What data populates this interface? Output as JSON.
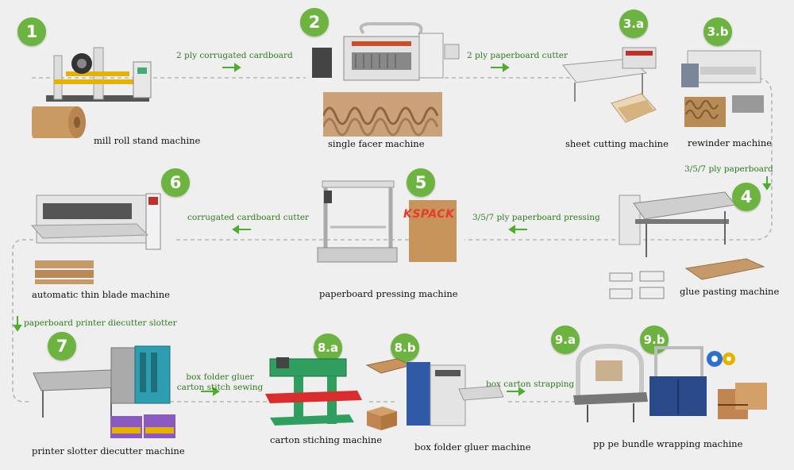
{
  "colors": {
    "badge": "#6db33f",
    "flow_label": "#2f7a1f",
    "dashed_line": "#b5b5b5",
    "arrow": "#4caf2a",
    "background": "#efefef"
  },
  "steps": [
    {
      "num": "1",
      "caption": "mill roll stand machine"
    },
    {
      "num": "2",
      "caption": "single facer machine"
    },
    {
      "num": "3.a",
      "caption": "sheet cutting machine"
    },
    {
      "num": "3.b",
      "caption": "rewinder machine"
    },
    {
      "num": "4",
      "caption": "glue pasting machine"
    },
    {
      "num": "5",
      "caption": "paperboard pressing machine"
    },
    {
      "num": "6",
      "caption": "automatic thin blade machine"
    },
    {
      "num": "7",
      "caption": "printer slotter diecutter machine"
    },
    {
      "num": "8.a",
      "caption": "carton stiching machine"
    },
    {
      "num": "8.b",
      "caption": "box folder gluer machine"
    },
    {
      "num": "9.a",
      "caption": "pp pe  bundle wrapping machine"
    },
    {
      "num": "9.b",
      "caption": ""
    }
  ],
  "flow_labels": {
    "f1": "2 ply corrugated cardboard",
    "f2": "2 ply paperboard cutter",
    "f3": "3/5/7 ply paperboard",
    "f4": "3/5/7 ply paperboard pressing",
    "f5": "corrugated cardboard cutter",
    "f6": "paperboard printer diecutter slotter",
    "f7": "box folder gluer carton stitch sewing",
    "f8": "box carton strapping"
  },
  "brand_logo": "KSPACK",
  "icons": [
    "mill-roll-stand",
    "single-facer",
    "sheet-cutter",
    "rewinder",
    "glue-paster",
    "pressing-frame",
    "thin-blade",
    "printer-slotter",
    "stitcher",
    "folder-gluer",
    "strapping",
    "bundle-wrapper"
  ]
}
